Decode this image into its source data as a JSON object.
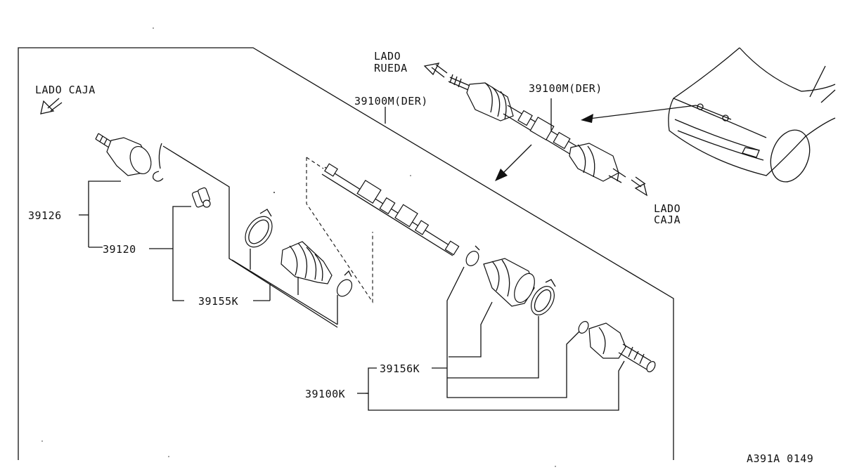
{
  "labels": {
    "lado_caja_left": "LADO CAJA",
    "lado_rueda_1": "LADO",
    "lado_rueda_2": "RUEDA",
    "lado_caja_right_1": "LADO",
    "lado_caja_right_2": "CAJA",
    "part_39100m_left": "39100M(DER)",
    "part_39100m_right": "39100M(DER)",
    "part_39126": "39126",
    "part_39120": "39120",
    "part_39155k": "39155K",
    "part_39156k": "39156K",
    "part_39100k": "39100K",
    "diagram_code": "A391A 0149"
  },
  "icons": {
    "direction_arrow": "hollow-arrow-icon",
    "car": "car-front-icon"
  }
}
